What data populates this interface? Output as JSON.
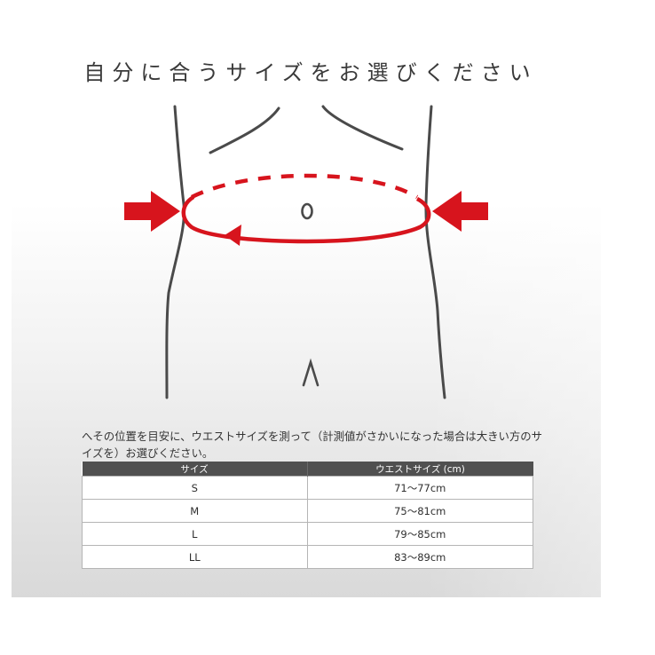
{
  "title": "自分に合うサイズをお選びください",
  "illustration": {
    "description": "waist measurement diagram",
    "accent_color": "#d7141d",
    "outline_color": "#4a4a4a"
  },
  "instruction": "へその位置を目安に、ウエストサイズを測って（計測値がさかいになった場合は大きい方のサイズを）お選びください。",
  "size_table": {
    "headers": [
      "サイズ",
      "ウエストサイズ (cm)"
    ],
    "rows": [
      {
        "size": "S",
        "waist": "71～77cm"
      },
      {
        "size": "M",
        "waist": "75～81cm"
      },
      {
        "size": "L",
        "waist": "79～85cm"
      },
      {
        "size": "LL",
        "waist": "83～89cm"
      }
    ],
    "header_bg": "#505050"
  }
}
